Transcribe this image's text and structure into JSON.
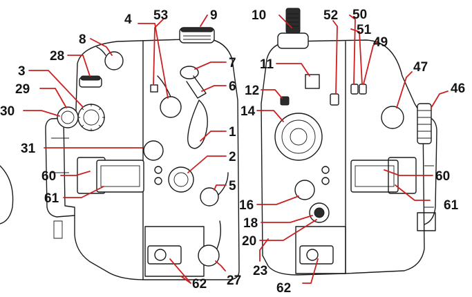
{
  "diagram": {
    "views": [
      "front-left-view",
      "right-side-view"
    ],
    "callouts": [
      {
        "id": "c1",
        "number": "1"
      },
      {
        "id": "c2",
        "number": "2"
      },
      {
        "id": "c3",
        "number": "3"
      },
      {
        "id": "c4",
        "number": "4"
      },
      {
        "id": "c5",
        "number": "5"
      },
      {
        "id": "c6",
        "number": "6"
      },
      {
        "id": "c7",
        "number": "7"
      },
      {
        "id": "c8",
        "number": "8"
      },
      {
        "id": "c9",
        "number": "9"
      },
      {
        "id": "c10",
        "number": "10"
      },
      {
        "id": "c11",
        "number": "11"
      },
      {
        "id": "c12",
        "number": "12"
      },
      {
        "id": "c14",
        "number": "14"
      },
      {
        "id": "c16",
        "number": "16"
      },
      {
        "id": "c18",
        "number": "18"
      },
      {
        "id": "c20",
        "number": "20"
      },
      {
        "id": "c23",
        "number": "23"
      },
      {
        "id": "c27",
        "number": "27"
      },
      {
        "id": "c28",
        "number": "28"
      },
      {
        "id": "c29",
        "number": "29"
      },
      {
        "id": "c30",
        "number": "30"
      },
      {
        "id": "c31",
        "number": "31"
      },
      {
        "id": "c46",
        "number": "46"
      },
      {
        "id": "c47",
        "number": "47"
      },
      {
        "id": "c49",
        "number": "49"
      },
      {
        "id": "c50",
        "number": "50"
      },
      {
        "id": "c51",
        "number": "51"
      },
      {
        "id": "c52",
        "number": "52"
      },
      {
        "id": "c53",
        "number": "53"
      },
      {
        "id": "c60a",
        "number": "60"
      },
      {
        "id": "c60b",
        "number": "60"
      },
      {
        "id": "c61a",
        "number": "61"
      },
      {
        "id": "c61b",
        "number": "61"
      },
      {
        "id": "c62a",
        "number": "62"
      },
      {
        "id": "c62b",
        "number": "62"
      }
    ],
    "colors": {
      "leader": "#cc1f1f",
      "outline": "#1a1a1a",
      "text": "#141414",
      "background": "#ffffff"
    }
  }
}
